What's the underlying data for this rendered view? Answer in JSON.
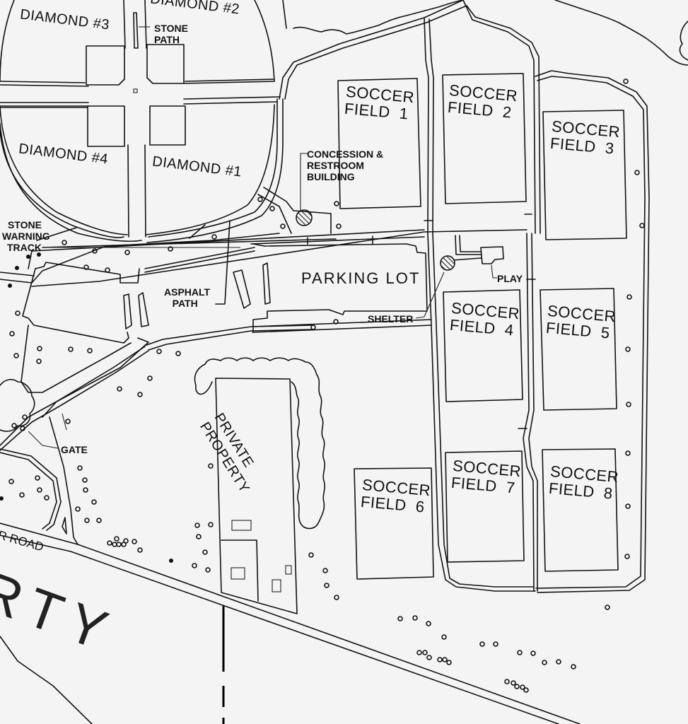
{
  "map": {
    "type": "site-plan",
    "background": "#f4f4f4",
    "line_color": "#111111"
  },
  "fields": [
    {
      "id": "soccer-field-1",
      "label": "SOCCER\nFIELD  1"
    },
    {
      "id": "soccer-field-2",
      "label": "SOCCER\nFIELD  2"
    },
    {
      "id": "soccer-field-3",
      "label": "SOCCER\nFIELD  3"
    },
    {
      "id": "soccer-field-4",
      "label": "SOCCER\nFIELD  4"
    },
    {
      "id": "soccer-field-5",
      "label": "SOCCER\nFIELD  5"
    },
    {
      "id": "soccer-field-6",
      "label": "SOCCER\nFIELD  6"
    },
    {
      "id": "soccer-field-7",
      "label": "SOCCER\nFIELD  7"
    },
    {
      "id": "soccer-field-8",
      "label": "SOCCER\nFIELD  8"
    }
  ],
  "diamonds": [
    {
      "id": "diamond-1",
      "label": "DIAMOND  #1"
    },
    {
      "id": "diamond-2",
      "label": "DIAMOND  #2"
    },
    {
      "id": "diamond-3",
      "label": "DIAMOND  #3"
    },
    {
      "id": "diamond-4",
      "label": "DIAMOND  #4"
    }
  ],
  "callouts": {
    "stone_path": "STONE\nPATH",
    "concession": "CONCESSION &\nRESTROOM\nBUILDING",
    "stone_warning_track": "STONE\nWARNING\nTRACK",
    "asphalt_path": "ASPHALT\n   PATH",
    "shelter": "SHELTER",
    "play": "PLAY",
    "gate": "GATE"
  },
  "areas": {
    "parking_lot": "PARKING  LOT",
    "private_property": "PRIVATE\nPROPERTY",
    "road": "R  ROAD",
    "property_partial": "RTY"
  }
}
